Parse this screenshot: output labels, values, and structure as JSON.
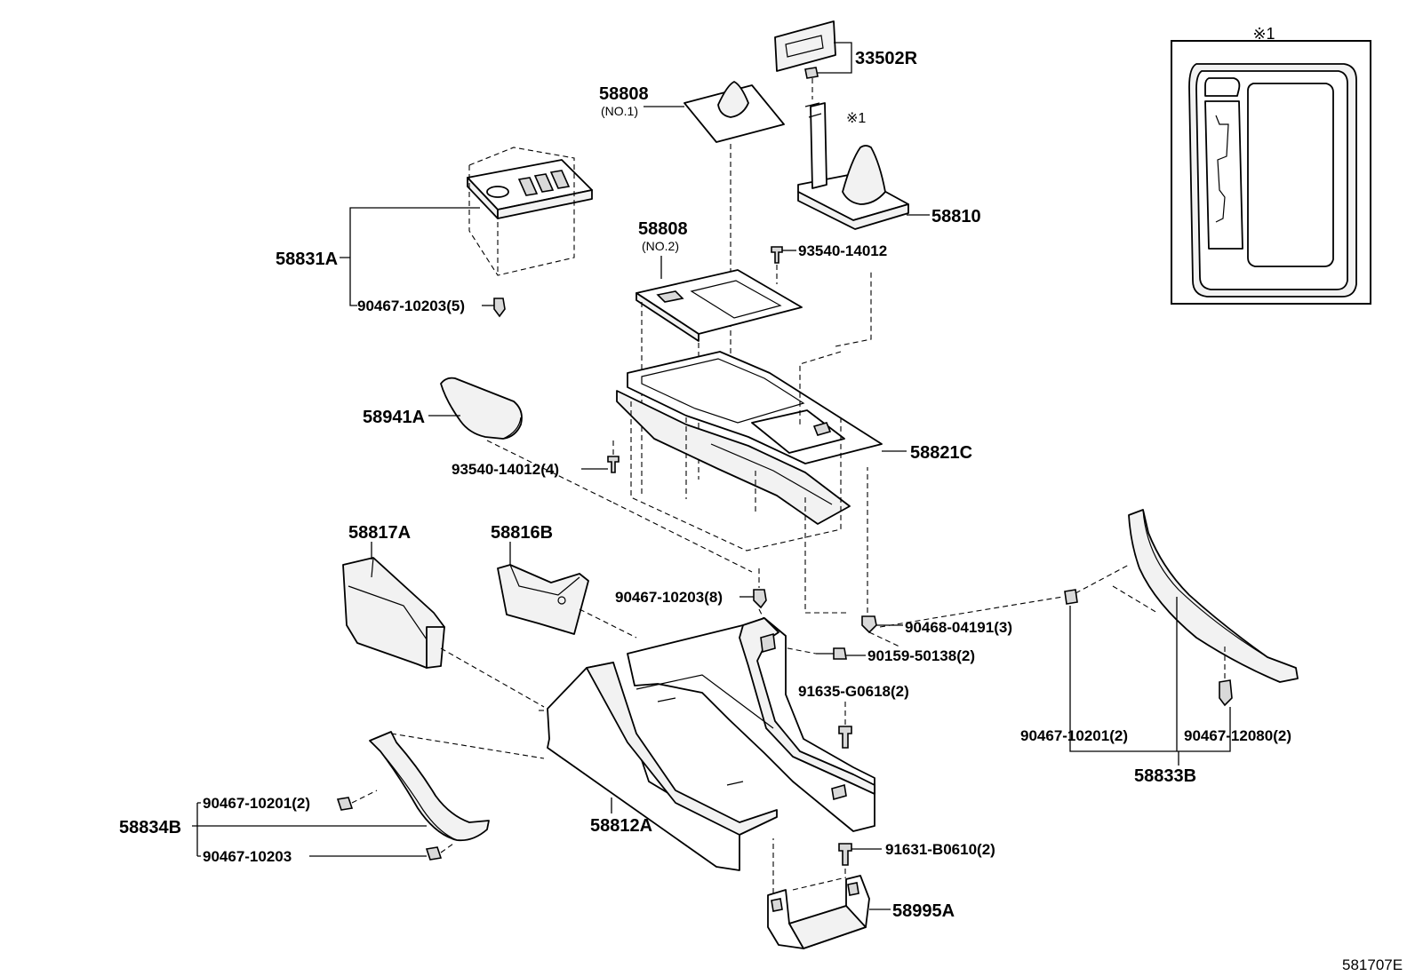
{
  "diagram": {
    "inset_marker": "※1",
    "drawing_code": "581707E",
    "labels": {
      "p33502R": "33502R",
      "p58808_no1": "58808",
      "p58808_no1_sub": "(NO.1)",
      "p58808_no2": "58808",
      "p58808_no2_sub": "(NO.2)",
      "p58810": "58810",
      "p93540_a": "93540-14012",
      "p58831A": "58831A",
      "p90467_10203_5": "90467-10203(5)",
      "p58941A": "58941A",
      "p93540_4": "93540-14012(4)",
      "p58821C": "58821C",
      "p58817A": "58817A",
      "p58816B": "58816B",
      "p90467_10203_8": "90467-10203(8)",
      "p90468_04191_3": "90468-04191(3)",
      "p90159_50138_2": "90159-50138(2)",
      "p91635_G0618_2": "91635-G0618(2)",
      "p90467_10201_2_r": "90467-10201(2)",
      "p90467_12080_2": "90467-12080(2)",
      "p58833B": "58833B",
      "p58834B": "58834B",
      "p90467_10201_2_l": "90467-10201(2)",
      "p90467_10203": "90467-10203",
      "p58812A": "58812A",
      "p91631_B0610_2": "91631-B0610(2)",
      "p58995A": "58995A",
      "shift_marker": "※1"
    }
  }
}
